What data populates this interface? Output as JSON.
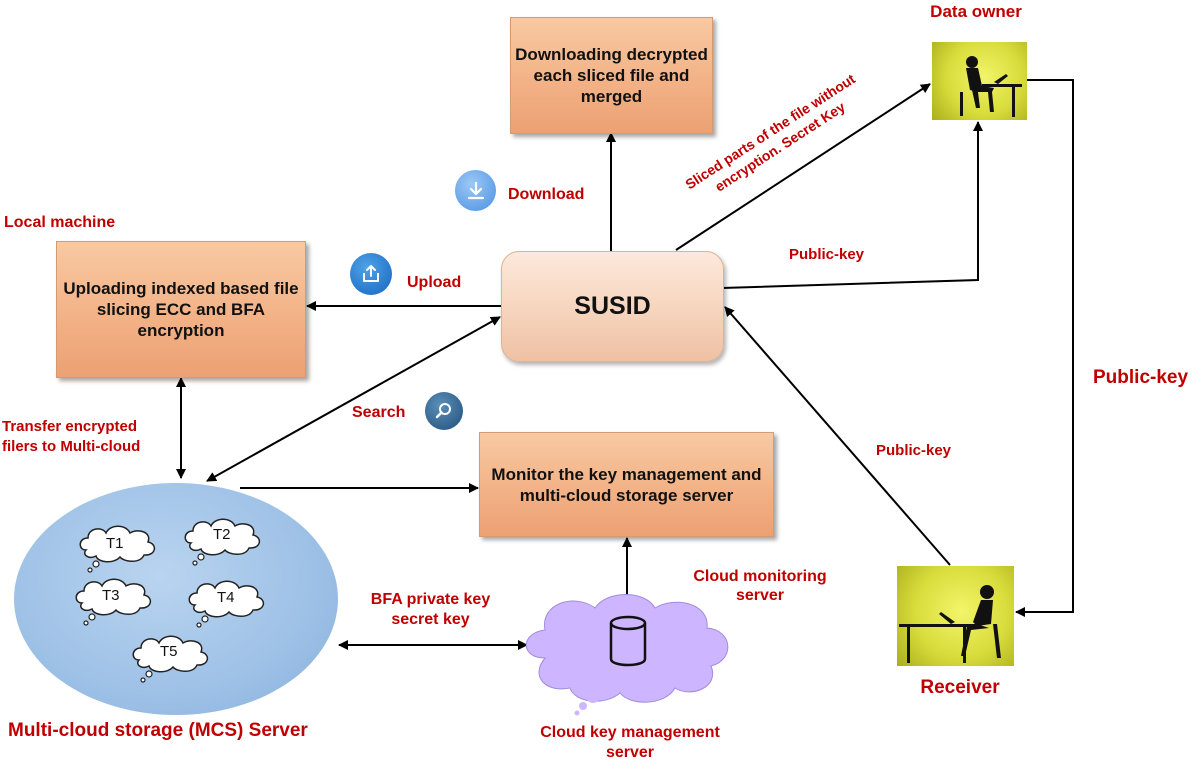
{
  "boxes": {
    "download_box": "Downloading decrypted each sliced file and merged",
    "upload_box": "Uploading indexed based file slicing ECC and BFA encryption",
    "monitor_box": "Monitor the key management and multi-cloud storage server",
    "susid": "SUSID"
  },
  "labels": {
    "data_owner": "Data owner",
    "local_machine": "Local machine",
    "receiver": "Receiver",
    "mcs_server": "Multi-cloud storage (MCS) Server",
    "cloud_monitoring": "Cloud monitoring server",
    "cloud_key": "Cloud key management server",
    "transfer": "Transfer encrypted filers to Multi-cloud",
    "bfa": "BFA private key secret key",
    "download": "Download",
    "upload": "Upload",
    "search": "Search",
    "public_key_top": "Public-key",
    "public_key_right": "Public-key",
    "public_key_receiver": "Public-key",
    "sliced_parts": "Sliced parts of the file without encryption. Secret Key"
  },
  "clouds": [
    "T1",
    "T2",
    "T3",
    "T4",
    "T5"
  ],
  "icons": {
    "download": "download-icon",
    "upload": "upload-icon",
    "search": "search-icon",
    "database": "database-icon"
  },
  "colors": {
    "label_red": "#c00000",
    "box_orange": "#f2b084",
    "mcs_blue": "#9ec1e6",
    "cloud_purple": "#cdb6ff"
  }
}
